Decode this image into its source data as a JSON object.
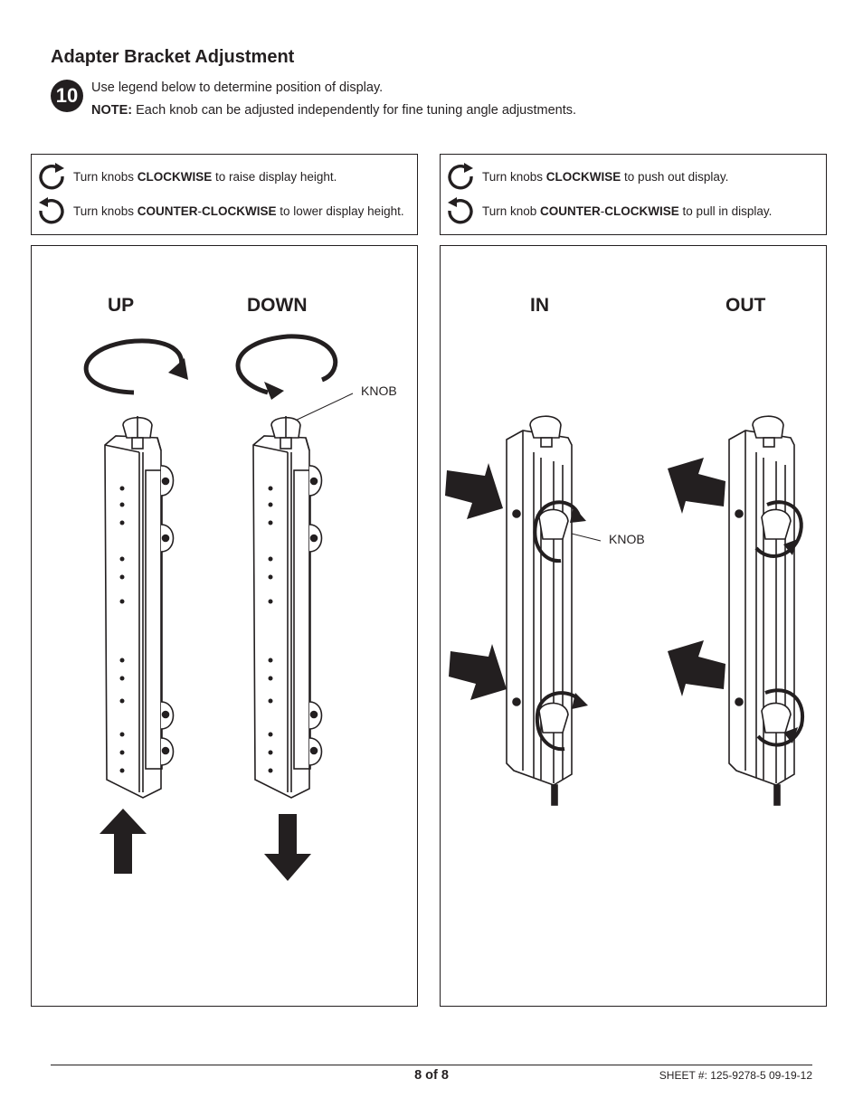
{
  "header": {
    "title": "Adapter Bracket Adjustment",
    "step_number": "10",
    "instruction": "Use legend below to determine position of display.",
    "note_label": "NOTE:",
    "note_text": " Each knob can be adjusted independently for fine tuning angle adjustments."
  },
  "legend_height": {
    "cw": {
      "pre": "Turn knobs ",
      "bold": "CLOCKWISE",
      "post": " to raise display height."
    },
    "ccw": {
      "pre": "Turn knobs ",
      "bold1": "COUNTER",
      "dash": "-",
      "bold2": "CLOCKWISE",
      "post": " to lower display height."
    }
  },
  "legend_depth": {
    "cw": {
      "pre": "Turn knobs ",
      "bold": "CLOCKWISE",
      "post": " to push out display."
    },
    "ccw": {
      "pre": "Turn knob ",
      "bold1": "COUNTER",
      "dash": "-",
      "bold2": "CLOCKWISE",
      "post": " to pull in display."
    }
  },
  "panel_height": {
    "label_up": "UP",
    "label_down": "DOWN",
    "callout": "KNOB"
  },
  "panel_depth": {
    "label_in": "IN",
    "label_out": "OUT",
    "callout": "KNOB"
  },
  "footer": {
    "page": "8 of 8",
    "sheet": "SHEET #: 125-9278-5  09-19-12"
  },
  "icons": {
    "cw": "clockwise-arrow-icon",
    "ccw": "counterclockwise-arrow-icon",
    "ink": "#231f20"
  }
}
